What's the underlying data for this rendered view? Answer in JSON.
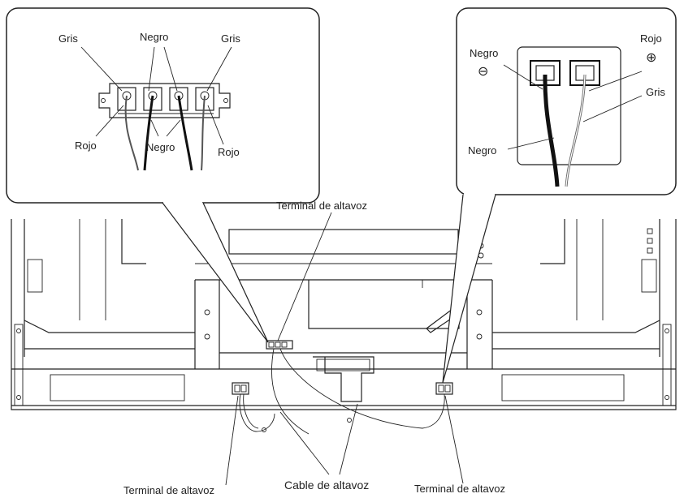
{
  "labels": {
    "left_callout": {
      "gris_left": "Gris",
      "negro_top": "Negro",
      "gris_right": "Gris",
      "rojo_left": "Rojo",
      "negro_bottom": "Negro",
      "rojo_right": "Rojo"
    },
    "right_callout": {
      "negro_minus": "Negro",
      "minus_symbol": "⊖",
      "rojo_plus": "Rojo",
      "plus_symbol": "⊕",
      "gris": "Gris",
      "negro_lower": "Negro"
    },
    "terminal_top": "Terminal de altavoz",
    "terminal_bottom_left": "Terminal de altavoz",
    "cable": "Cable de altavoz",
    "terminal_bottom_right": "Terminal de altavoz"
  }
}
